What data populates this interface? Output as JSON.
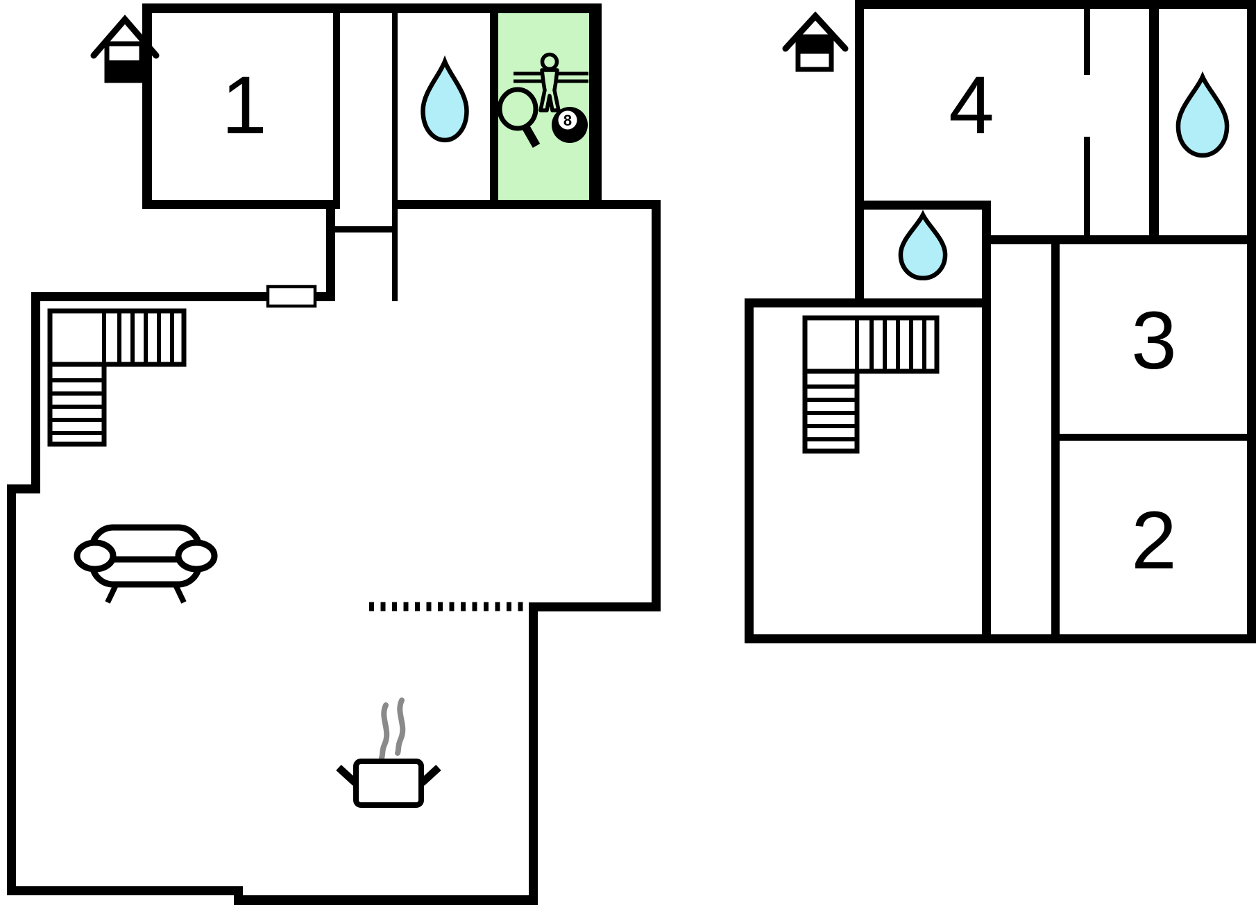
{
  "document": {
    "kind": "floor-plan",
    "floor_count": 2
  },
  "colors": {
    "wall": "#000000",
    "background": "#ffffff",
    "highlight_room": "#c9f6c3",
    "water": "#b2eef8",
    "steam": "#8a8a8a"
  },
  "ground_floor": {
    "name": "ground-floor",
    "room_labels": {
      "bedroom1": "1"
    },
    "eight_ball_label": "8",
    "features": [
      "ground-floor-level-icon",
      "water-drop-icon",
      "game-room-highlight",
      "table-tennis-paddle-icon",
      "foosball-player-icon",
      "eight-ball-icon",
      "stairs-icon",
      "sofa-icon",
      "cooking-pot-icon",
      "door-marker",
      "open-boundary-dashes"
    ]
  },
  "upper_floor": {
    "name": "upper-floor",
    "room_labels": {
      "bedroom2": "2",
      "bedroom3": "3",
      "bedroom4": "4"
    },
    "features": [
      "upper-floor-level-icon",
      "water-drop-icon",
      "water-drop-icon",
      "stairs-icon"
    ]
  }
}
